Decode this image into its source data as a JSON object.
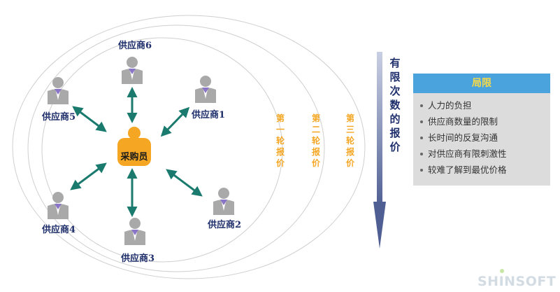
{
  "buyer": {
    "label": "采购员"
  },
  "suppliers": [
    {
      "id": "1",
      "label": "供应商1"
    },
    {
      "id": "2",
      "label": "供应商2"
    },
    {
      "id": "3",
      "label": "供应商3"
    },
    {
      "id": "4",
      "label": "供应商4"
    },
    {
      "id": "5",
      "label": "供应商5"
    },
    {
      "id": "6",
      "label": "供应商6"
    }
  ],
  "rounds": [
    {
      "chars": [
        "第",
        "一",
        "轮",
        "报",
        "价"
      ]
    },
    {
      "chars": [
        "第",
        "二",
        "轮",
        "报",
        "价"
      ]
    },
    {
      "chars": [
        "第",
        "三",
        "轮",
        "报",
        "价"
      ]
    }
  ],
  "side_label": {
    "chars": [
      "有",
      "限",
      "次",
      "数",
      "的",
      "报",
      "价"
    ]
  },
  "panel": {
    "title": "局限",
    "items": [
      "人力的负担",
      "供应商数量的限制",
      "长时间的反复沟通",
      "对供应商有限刺激性",
      "较难了解到最优价格"
    ]
  },
  "watermark": "SHINSOFT",
  "colors": {
    "arrow": "#1a7a6e",
    "buyer": "#f5a623",
    "supplier_body": "#a9a9a9",
    "supplier_tie": "#8a74c7",
    "round_text": "#f5a623",
    "side_text": "#1f2f6b",
    "side_arrow": "#5a6c9e",
    "panel_header": "#4aa3dc",
    "panel_title": "#f5d94a",
    "panel_body": "#dcdcdc"
  }
}
